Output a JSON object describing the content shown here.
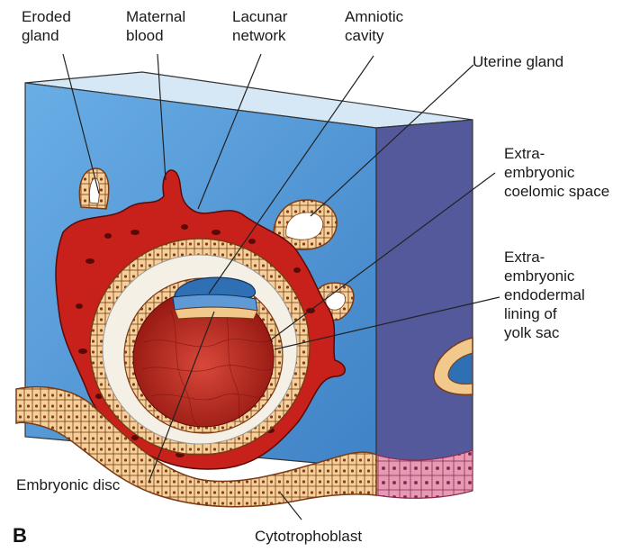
{
  "panel_letter": "B",
  "labels": {
    "eroded_gland": "Eroded\ngland",
    "maternal_blood": "Maternal\nblood",
    "lacunar_network": "Lacunar\nnetwork",
    "amniotic_cavity": "Amniotic\ncavity",
    "uterine_gland": "Uterine gland",
    "extraembryonic_coelomic_space": "Extra-\nembryonic\ncoelomic space",
    "extraembryonic_endodermal_lining": "Extra-\nembryonic\nendodermal\nlining of\nyolk sac",
    "embryonic_disc": "Embryonic disc",
    "cytotrophoblast": "Cytotrophoblast"
  },
  "colors": {
    "endometrium_front": "#5a9bd8",
    "endometrium_side": "#545a9e",
    "endometrium_top": "#cfe3f4",
    "syncytiotrophoblast": "#c41a12",
    "yolk_sac": "#b3261c",
    "coelom": "#f4efe6",
    "epithelium_cells": "#f2c98c",
    "amniotic_cavity": "#2f6fb3"
  }
}
